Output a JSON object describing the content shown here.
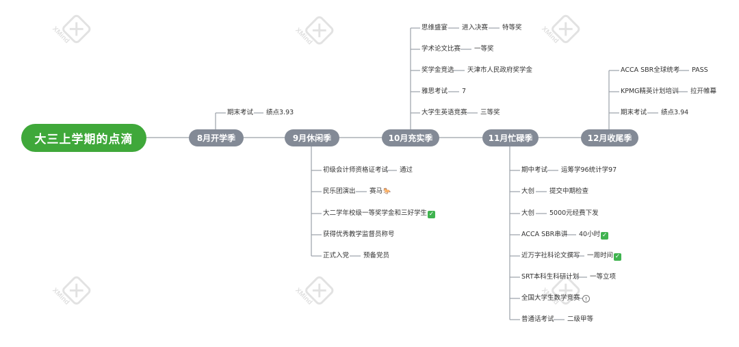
{
  "root": {
    "label": "大三上学期的点滴"
  },
  "branches": [
    {
      "label": "8月开学季",
      "items": [
        {
          "text": "期末考试",
          "result": "绩点3.93"
        }
      ]
    },
    {
      "label": "9月休闲季",
      "items": [
        {
          "text": "初级会计师资格证考试",
          "result": "通过"
        },
        {
          "text": "民乐团演出",
          "result": "赛马",
          "icon": "horse-icon"
        },
        {
          "text": "大二学年校级一等奖学金和三好学生",
          "icon": "check-icon"
        },
        {
          "text": "获得优秀教学监督员称号"
        },
        {
          "text": "正式入党",
          "result": "预备党员"
        }
      ]
    },
    {
      "label": "10月充实季",
      "items": [
        {
          "text": "思维盛宴",
          "result": "进入决赛",
          "result2": "特等奖"
        },
        {
          "text": "学术论文比赛",
          "result": "一等奖"
        },
        {
          "text": "奖学金竞选",
          "result": "天津市人民政府奖学金"
        },
        {
          "text": "雅思考试",
          "result": "7"
        },
        {
          "text": "大学生英语竞赛",
          "result": "三等奖"
        }
      ]
    },
    {
      "label": "11月忙碌季",
      "items": [
        {
          "text": "期中考试",
          "result": "运筹学96统计学97"
        },
        {
          "text": "大创",
          "result": "提交中期检查"
        },
        {
          "text": "大创",
          "result": "5000元经费下发"
        },
        {
          "text": "ACCA SBR串讲",
          "result": "40小时",
          "icon": "check-icon"
        },
        {
          "text": "近万字社科论文撰写",
          "result": "一周时间",
          "icon": "check-icon"
        },
        {
          "text": "SRT本科生科研计划",
          "result": "一等立项"
        },
        {
          "text": "全国大学生数学竞赛",
          "icon": "info-icon"
        },
        {
          "text": "普通话考试",
          "result": "二级甲等"
        }
      ]
    },
    {
      "label": "12月收尾季",
      "items": [
        {
          "text": "ACCA SBR全球统考",
          "result": "PASS"
        },
        {
          "text": "KPMG精英计划培训",
          "result": "拉开帷幕"
        },
        {
          "text": "期末考试",
          "result": "绩点3.94"
        }
      ]
    }
  ],
  "watermark": {
    "text": "XMind"
  },
  "colors": {
    "root": "#3fa83a",
    "branch": "#838a96",
    "line": "#9aa0a8",
    "check": "#3fb34f"
  },
  "icons": [
    "horse-icon",
    "check-icon",
    "info-icon"
  ]
}
